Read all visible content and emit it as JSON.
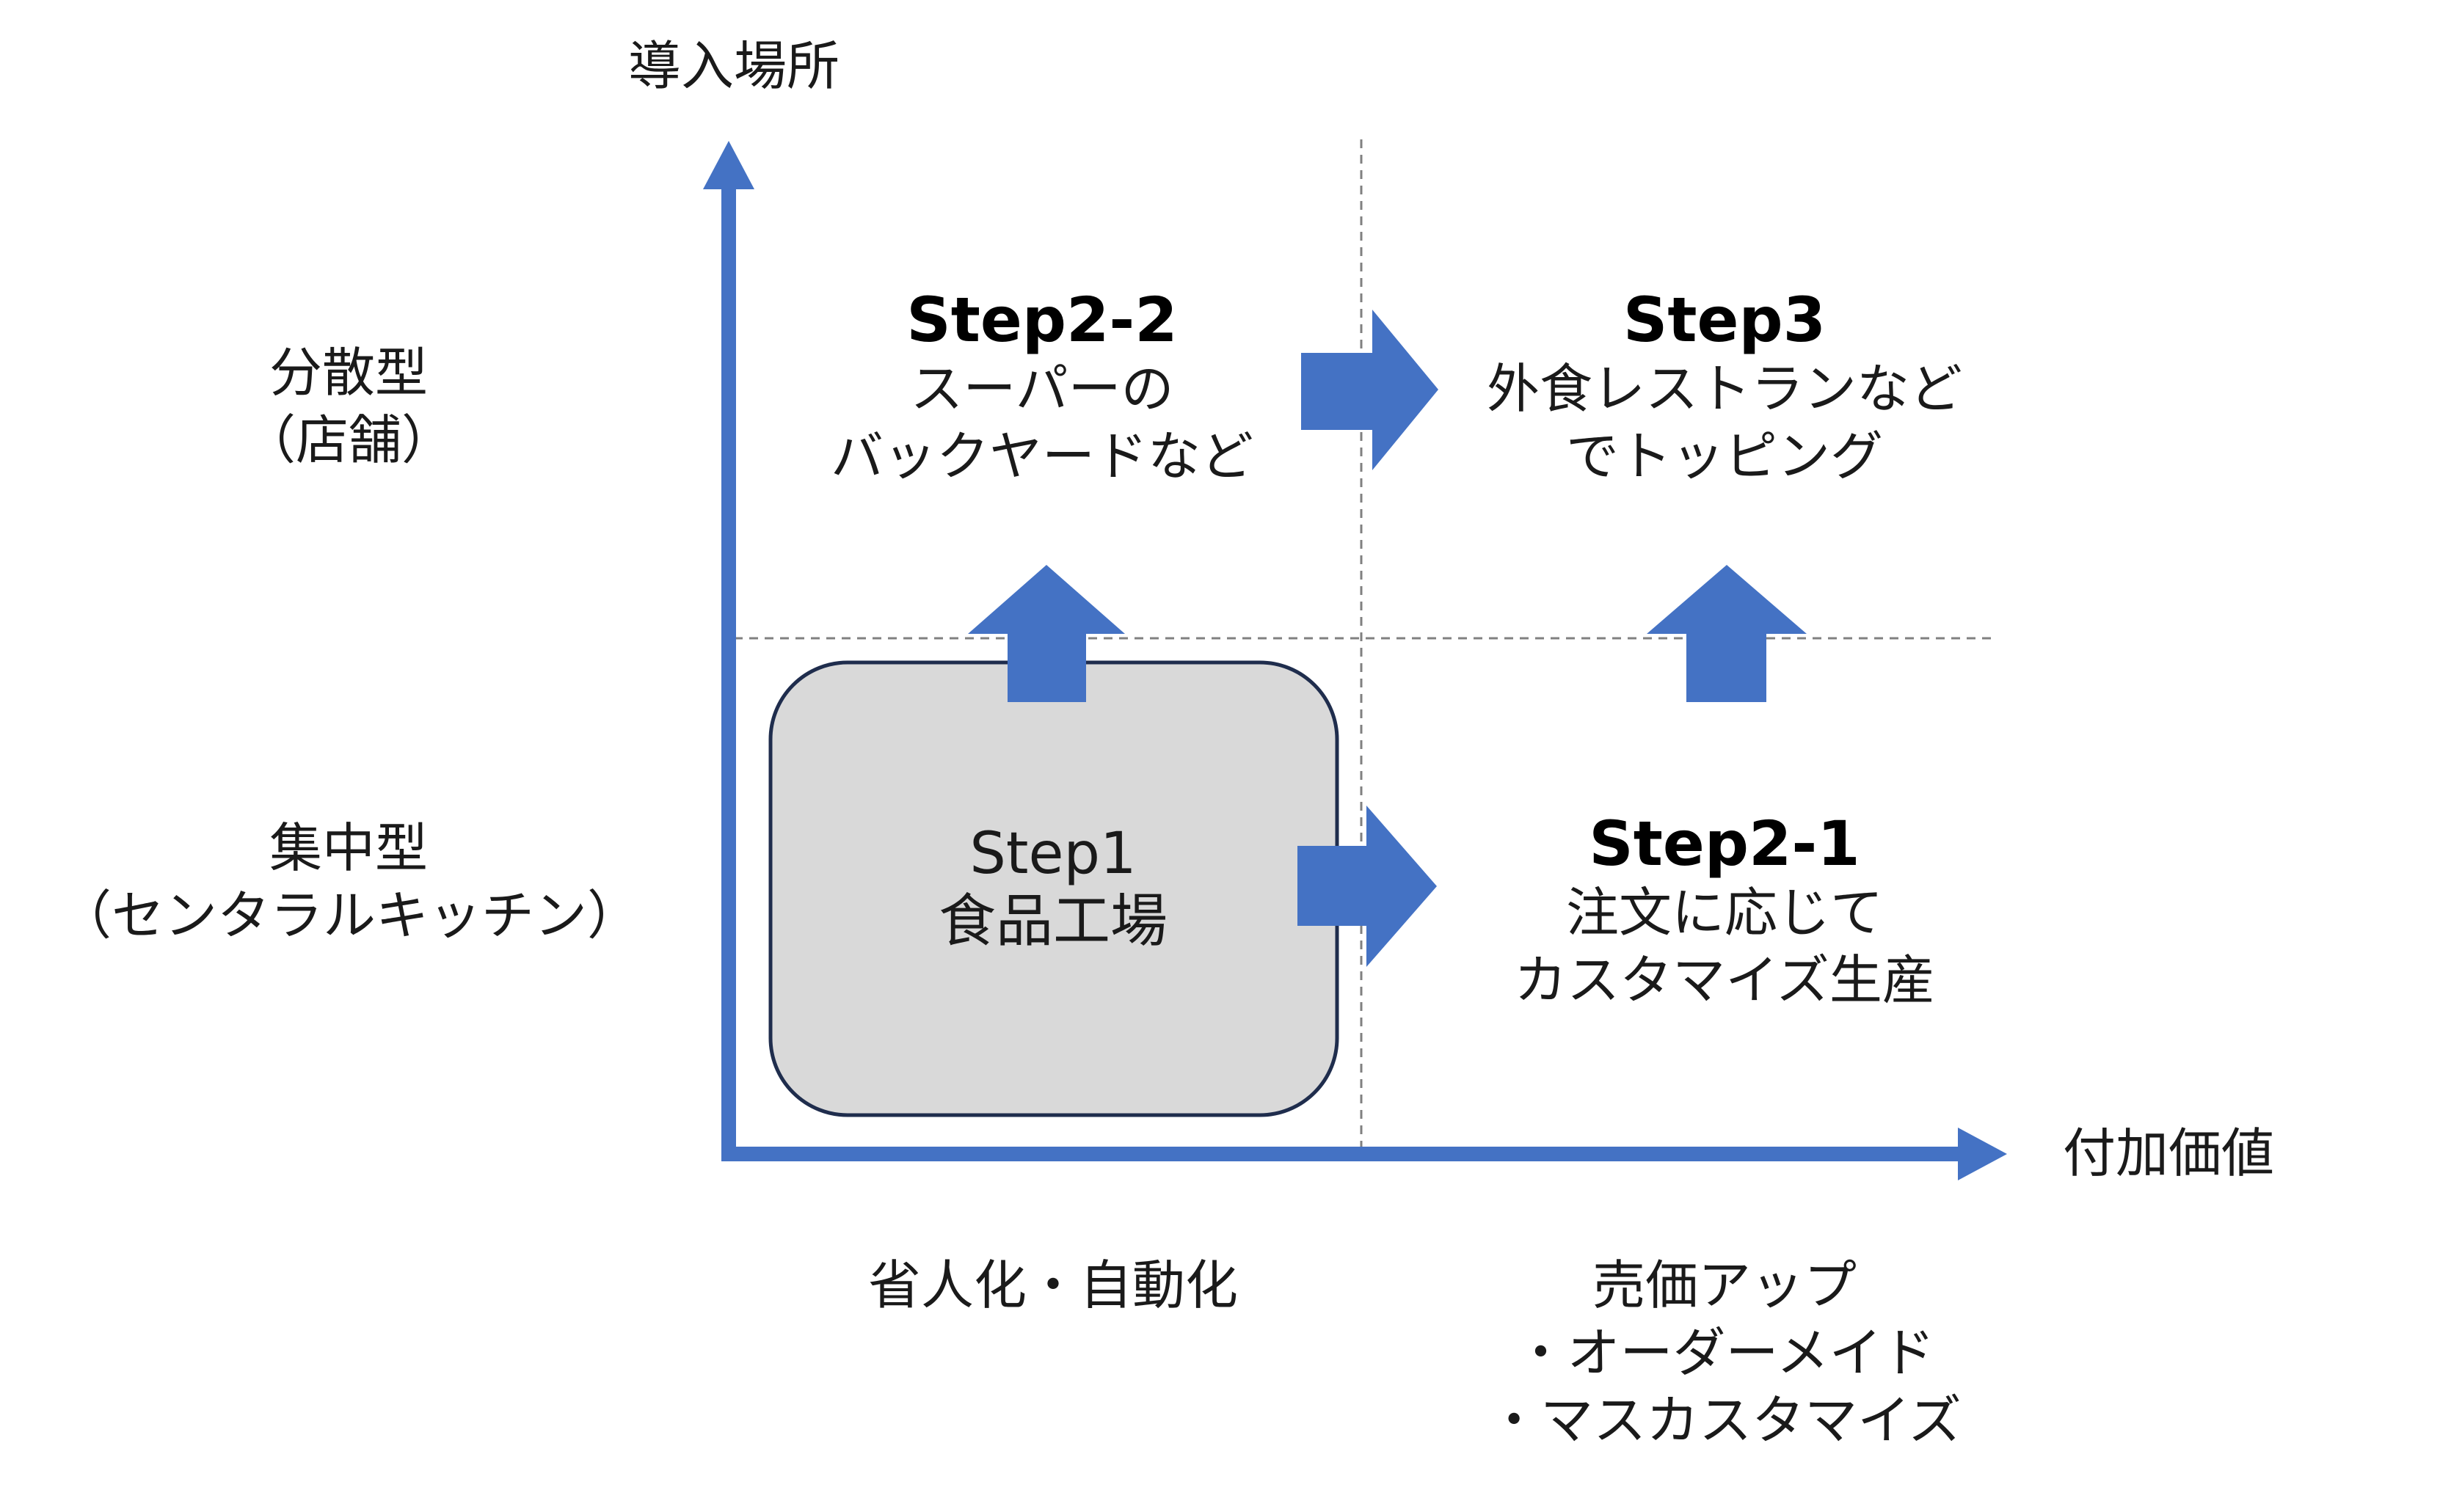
{
  "axes": {
    "y_label": "導入場所",
    "x_label": "付加価値",
    "y_categories": [
      {
        "line1": "分散型",
        "line2": "（店舗）"
      },
      {
        "line1": "集中型",
        "line2": "（センタラルキッチン）"
      }
    ],
    "x_categories": [
      {
        "lines": [
          "省人化・自動化"
        ]
      },
      {
        "lines": [
          "売価アップ",
          "・オーダーメイド",
          "・マスカスタマイズ"
        ]
      }
    ]
  },
  "steps": {
    "step1": {
      "title": "Step1",
      "desc1": "食品工場"
    },
    "step2_1": {
      "title": "Step2-1",
      "desc1": "注文に応じて",
      "desc2": "カスタマイズ生産"
    },
    "step2_2": {
      "title": "Step2-2",
      "desc1": "スーパーの",
      "desc2": "バックヤードなど"
    },
    "step3": {
      "title": "Step3",
      "desc1": "外食レストランなど",
      "desc2": "でトッピング"
    }
  },
  "colors": {
    "accent": "#4472C4",
    "step1_fill": "#D9D9D9",
    "step1_border": "#1F2D4D",
    "divider": "#808080"
  }
}
